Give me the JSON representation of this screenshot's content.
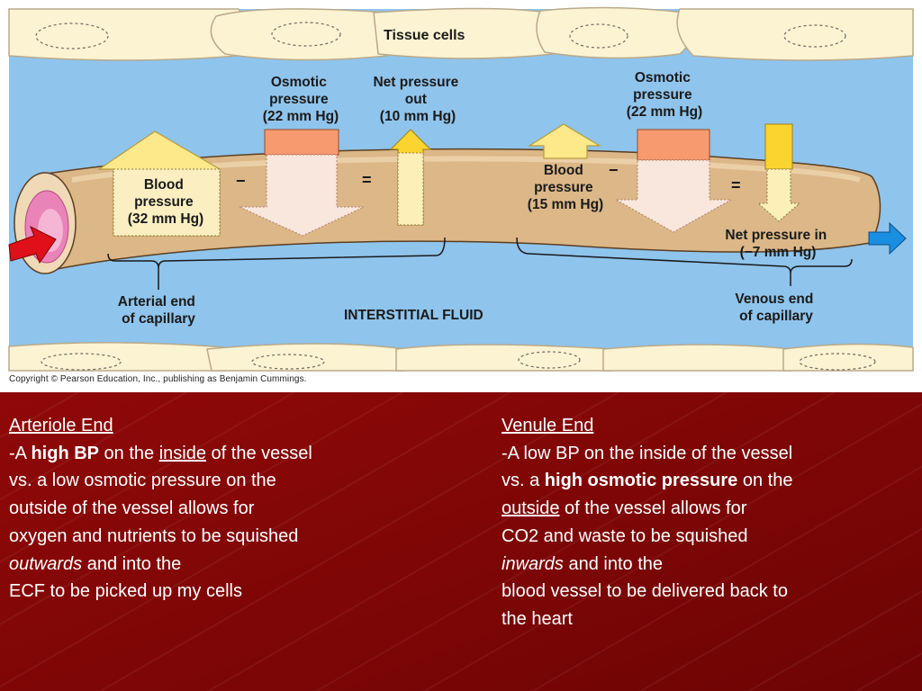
{
  "diagram": {
    "tissue_cells_label": "Tissue cells",
    "osmotic_left": [
      "Osmotic",
      "pressure",
      "(22 mm Hg)"
    ],
    "net_out": [
      "Net pressure",
      "out",
      "(10 mm Hg)"
    ],
    "osmotic_right": [
      "Osmotic",
      "pressure",
      "(22 mm Hg)"
    ],
    "blood_pressure_left": [
      "Blood",
      "pressure",
      "(32 mm Hg)"
    ],
    "blood_pressure_right": [
      "Blood",
      "pressure",
      "(15 mm Hg)"
    ],
    "net_in": [
      "Net pressure in",
      "(−7 mm Hg)"
    ],
    "arterial_end": [
      "Arterial end",
      "of capillary"
    ],
    "venous_end": [
      "Venous end",
      "of capillary"
    ],
    "interstitial": "INTERSTITIAL FLUID",
    "minus": "−",
    "equals": "=",
    "copyright": "Copyright © Pearson Education, Inc., publishing as Benjamin Cummings.",
    "colors": {
      "fluid": "#8fc4ec",
      "cell": "#fbf3d2",
      "vessel": "#dcb787",
      "osmotic": "#f79a70",
      "yellow_arrow": "#fde88a",
      "pale_arrow": "#f9e6dc",
      "red_arrow": "#e0101a",
      "blue_arrow": "#1a8ee0"
    }
  },
  "left_text": {
    "heading": "Arteriole End",
    "l1_a": "-A ",
    "l1_b": "high BP",
    "l1_c": " on the ",
    "l1_d": "inside",
    "l1_e": " of the vessel",
    "l2": "vs. a low osmotic pressure on the",
    "l3": "outside of the vessel allows for",
    "l4": "oxygen and nutrients to be squished",
    "l5_a": "outwards",
    "l5_b": " and into the",
    "l6": "ECF to be picked up my cells"
  },
  "right_text": {
    "heading": "Venule End",
    "l1": "-A low BP on the inside of the vessel",
    "l2_a": "vs. a ",
    "l2_b": "high osmotic pressure",
    "l2_c": " on the",
    "l3_a": "outside",
    "l3_b": " of the vessel allows for",
    "l4": "CO2 and waste to be squished",
    "l5_a": "inwards",
    "l5_b": " and into the",
    "l6": "blood vessel to be delivered back to",
    "l7": "the heart"
  }
}
